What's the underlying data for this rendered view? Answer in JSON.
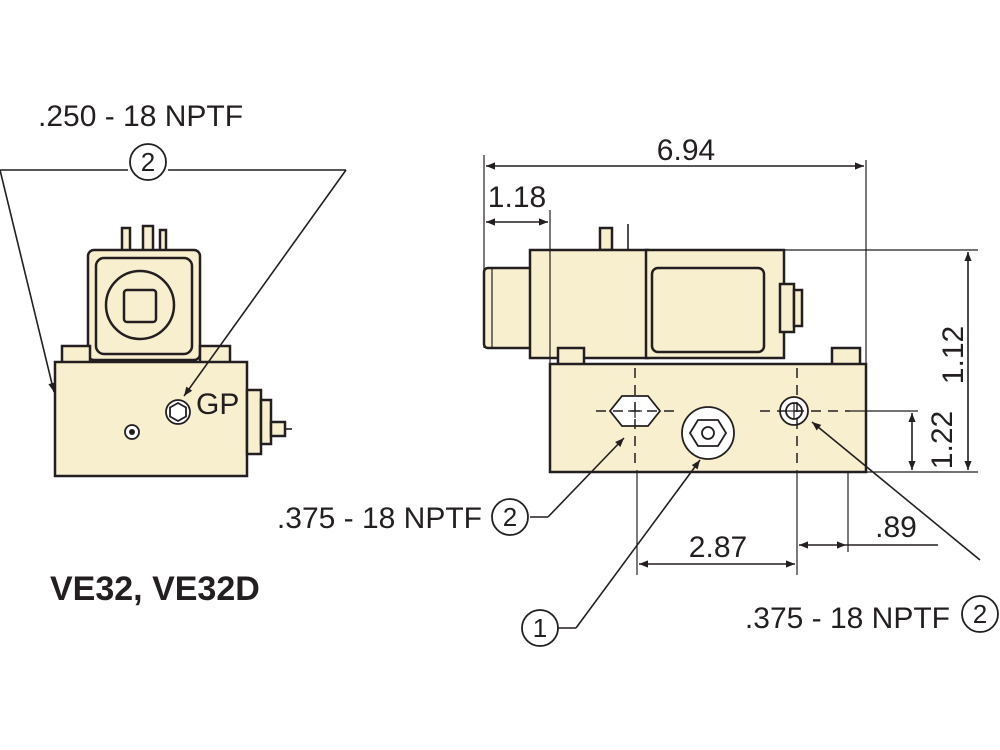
{
  "left_view": {
    "top_port_label": ".250 - 18 NPTF",
    "top_port_callout": "2",
    "gauge_port_label": "GP"
  },
  "right_view": {
    "overall_length": "6.94",
    "coil_offset": "1.18",
    "total_height": "1.12",
    "port_height": "1.22",
    "port_spacing": "2.87",
    "end_offset": ".89",
    "inlet_port_label": ".375 - 18 NPTF",
    "inlet_port_callout": "2",
    "outlet_port_label": ".375 - 18 NPTF",
    "outlet_port_callout": "2",
    "center_port_callout": "1"
  },
  "model_label": "VE32, VE32D",
  "colors": {
    "body_fill": "#f8efcf",
    "line": "#231f20"
  }
}
